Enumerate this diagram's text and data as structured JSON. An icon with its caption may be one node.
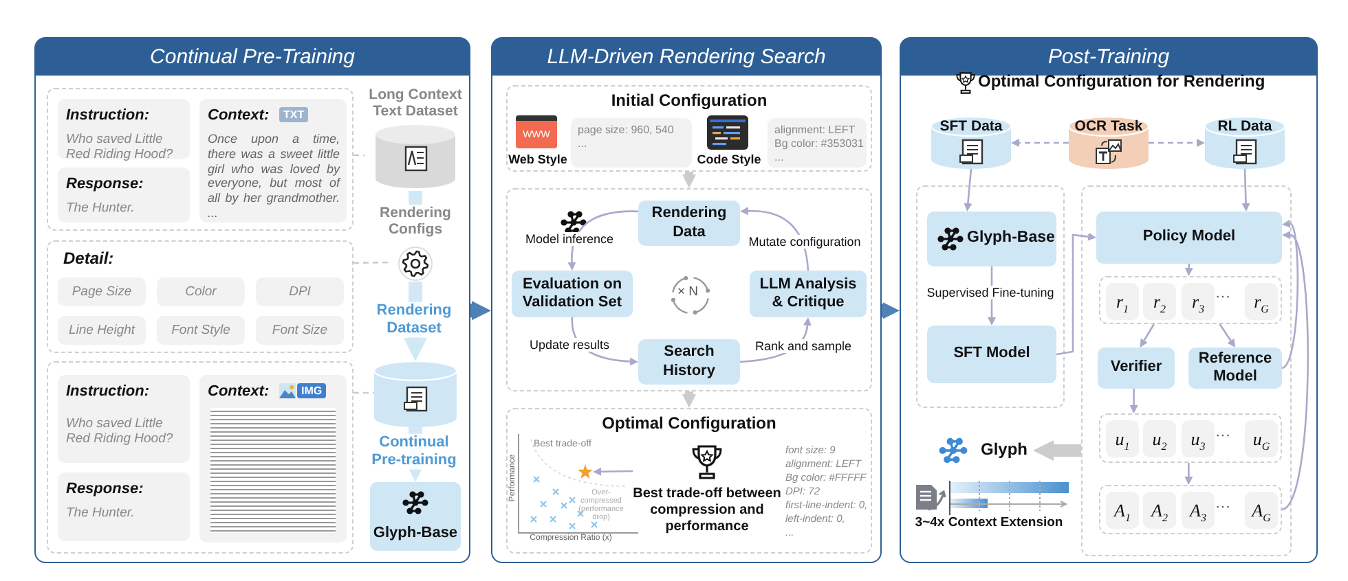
{
  "diagram": {
    "nodes": [
      {
        "text": [
          "Continual Pre-Training"
        ]
      },
      {
        "text": [],
        "shape": "box",
        "in": 0
      },
      {
        "text": [
          "Instruction:",
          "Who saved Little Red Riding Hood?"
        ],
        "in": 1
      },
      {
        "text": [
          "Response:",
          "The Hunter."
        ],
        "in": 1
      },
      {
        "text": [
          "Context:",
          "TXT",
          "Once upon a time, there was a sweet little girl who was loved by everyone, but most of all by her grandmother. ..."
        ],
        "in": 1
      },
      {
        "text": [
          "Long Context Text Dataset"
        ],
        "in": 0
      },
      {
        "text": [
          "Rendering Configs"
        ],
        "in": 0
      },
      {
        "text": [
          "Detail:"
        ],
        "in": 0
      },
      {
        "text": [
          "Page Size"
        ],
        "in": 7
      },
      {
        "text": [
          "Color"
        ],
        "in": 7
      },
      {
        "text": [
          "DPI"
        ],
        "in": 7
      },
      {
        "text": [
          "Line Height"
        ],
        "in": 7
      },
      {
        "text": [
          "Font Style"
        ],
        "in": 7
      },
      {
        "text": [
          "Font Size"
        ],
        "in": 7
      },
      {
        "text": [],
        "shape": "box",
        "in": 0
      },
      {
        "text": [
          "Instruction:",
          "Who saved Little Red Riding Hood?"
        ],
        "in": 14
      },
      {
        "text": [
          "Response:",
          "The Hunter."
        ],
        "in": 14
      },
      {
        "text": [
          "Context:",
          "IMG"
        ],
        "in": 14
      },
      {
        "text": [],
        "shape": "cylinder",
        "in": 0
      },
      {
        "text": [
          "Glyph-Base"
        ],
        "in": 0
      },
      {
        "text": [
          "LLM-Driven Rendering Search"
        ]
      },
      {
        "text": [
          "Initial Configuration"
        ],
        "in": 20
      },
      {
        "text": [
          "WWW",
          "Web Style"
        ],
        "in": 21
      },
      {
        "text": [
          "page size: 960, 540",
          "..."
        ],
        "in": 21
      },
      {
        "text": [
          "Code Style"
        ],
        "in": 21
      },
      {
        "text": [
          "alignment: LEFT",
          "Bg color: #353031",
          "..."
        ],
        "in": 21
      },
      {
        "text": [],
        "shape": "box",
        "in": 20
      },
      {
        "text": [
          "Rendering Data"
        ],
        "in": 26
      },
      {
        "text": [
          "Evaluation on Validation Set"
        ],
        "in": 26
      },
      {
        "text": [
          "LLM Analysis & Critique"
        ],
        "in": 26
      },
      {
        "text": [
          "Search History"
        ],
        "in": 26
      },
      {
        "text": [
          "Optimal Configuration"
        ],
        "in": 20
      },
      {
        "text": [
          "Best trade-off between compression and performance"
        ],
        "in": 31,
        "beside": [
          "font size: 9",
          "alignment: LEFT",
          "Bg color: #FFFFF",
          "DPI: 72",
          "first-line-indent: 0,",
          "left-indent: 0,",
          "..."
        ]
      },
      {
        "text": [],
        "shape": "star",
        "in": 31,
        "beside": [
          "Best trade-off"
        ]
      },
      {
        "text": [
          "Post-Training"
        ]
      },
      {
        "text": [
          "SFT Data"
        ],
        "in": 34
      },
      {
        "text": [
          "OCR Task"
        ],
        "in": 34
      },
      {
        "text": [
          "RL Data"
        ],
        "in": 34
      },
      {
        "text": [],
        "shape": "box",
        "in": 34
      },
      {
        "text": [
          "Glyph-Base"
        ],
        "in": 38
      },
      {
        "text": [
          "SFT Model"
        ],
        "in": 38
      },
      {
        "text": [],
        "shape": "box",
        "in": 34
      },
      {
        "text": [
          "Policy Model"
        ],
        "in": 41
      },
      {
        "text": [],
        "shape": "box",
        "in": 41
      },
      {
        "text": [
          "r$_{1}$"
        ],
        "in": 43
      },
      {
        "text": [
          "r$_{2}$"
        ],
        "in": 43
      },
      {
        "text": [
          "r$_{3}$"
        ],
        "in": 43
      },
      {
        "text": [
          "r$_{G}$"
        ],
        "in": 43
      },
      {
        "text": [
          "Verifier"
        ],
        "in": 41
      },
      {
        "text": [
          "Reference Model"
        ],
        "in": 41
      },
      {
        "text": [],
        "shape": "box",
        "in": 41
      },
      {
        "text": [
          "u$_{1}$"
        ],
        "in": 50
      },
      {
        "text": [
          "u$_{2}$"
        ],
        "in": 50
      },
      {
        "text": [
          "u$_{3}$"
        ],
        "in": 50
      },
      {
        "text": [
          "u$_{G}$"
        ],
        "in": 50
      },
      {
        "text": [],
        "shape": "box",
        "in": 41
      },
      {
        "text": [
          "A$_{1}$"
        ],
        "in": 55
      },
      {
        "text": [
          "A$_{2}$"
        ],
        "in": 55
      },
      {
        "text": [
          "A$_{3}$"
        ],
        "in": 55
      },
      {
        "text": [
          "A$_{G}$"
        ],
        "in": 55
      },
      {
        "text": [
          "Glyph"
        ],
        "in": 34
      }
    ],
    "edges": [
      {
        "from": 1,
        "to": 5,
        "arrow": "none",
        "style": "dashed",
        "color": "#cccccc"
      },
      {
        "from": 7,
        "to": 6,
        "arrow": "none",
        "style": "dashed",
        "color": "#cccccc"
      },
      {
        "from": 14,
        "to": 18,
        "arrow": "none",
        "style": "dashed",
        "color": "#cccccc"
      },
      {
        "from": 5,
        "to": 6,
        "arrow": "none",
        "style": "thick",
        "color": "#d3e8f6"
      },
      {
        "from": 6,
        "to": 18,
        "arrow": "to",
        "label": "Rendering Dataset",
        "style": "thick",
        "color": "#d3e8f6"
      },
      {
        "from": 18,
        "to": 19,
        "arrow": "to",
        "label": "Continual Pre-training",
        "style": "thick",
        "color": "#d3e8f6"
      },
      {
        "from": 0,
        "to": 20,
        "arrow": "to",
        "style": "thick",
        "color": "#4f80b6"
      },
      {
        "from": 21,
        "to": 26,
        "arrow": "to",
        "style": "thick",
        "color": "#cccccc"
      },
      {
        "from": 27,
        "to": 28,
        "arrow": "to",
        "label": "Model inference"
      },
      {
        "from": 28,
        "to": 30,
        "arrow": "to",
        "label": "Update results"
      },
      {
        "from": 30,
        "to": 29,
        "arrow": "to",
        "label": "Rank and sample"
      },
      {
        "from": 29,
        "to": 27,
        "arrow": "to",
        "label": "Mutate configuration"
      },
      {
        "from": 26,
        "to": 31,
        "arrow": "to",
        "style": "thick",
        "color": "#cccccc"
      },
      {
        "from": 32,
        "to": 33,
        "arrow": "to"
      },
      {
        "from": 20,
        "to": 34,
        "arrow": "to",
        "style": "thick",
        "color": "#4f80b6"
      },
      {
        "from": 36,
        "to": 35,
        "arrow": "to",
        "style": "dashed"
      },
      {
        "from": 36,
        "to": 37,
        "arrow": "to",
        "style": "dashed"
      },
      {
        "from": 35,
        "to": 39,
        "arrow": "to"
      },
      {
        "from": 39,
        "to": 40,
        "arrow": "to",
        "label": "Supervised Fine-tuning"
      },
      {
        "from": 40,
        "to": 42,
        "arrow": "to"
      },
      {
        "from": 37,
        "to": 42,
        "arrow": "to"
      },
      {
        "from": 42,
        "to": 43,
        "arrow": "to"
      },
      {
        "from": 43,
        "to": 48,
        "arrow": "to"
      },
      {
        "from": 43,
        "to": 49,
        "arrow": "to"
      },
      {
        "from": 48,
        "to": 50,
        "arrow": "to"
      },
      {
        "from": 50,
        "to": 55,
        "arrow": "to"
      },
      {
        "from": 55,
        "to": 42,
        "arrow": "to"
      },
      {
        "from": 49,
        "to": 42,
        "arrow": "to"
      },
      {
        "from": 41,
        "to": 60,
        "arrow": "to",
        "style": "thick",
        "color": "#cccccc"
      }
    ],
    "labels": [
      "× N",
      "Performance",
      "Compression Ratio (x)",
      "Over-compressed (performance drop)",
      "Optimal Configuration for Rendering",
      "···",
      "···",
      "···",
      "3~4x Context Extension"
    ]
  }
}
